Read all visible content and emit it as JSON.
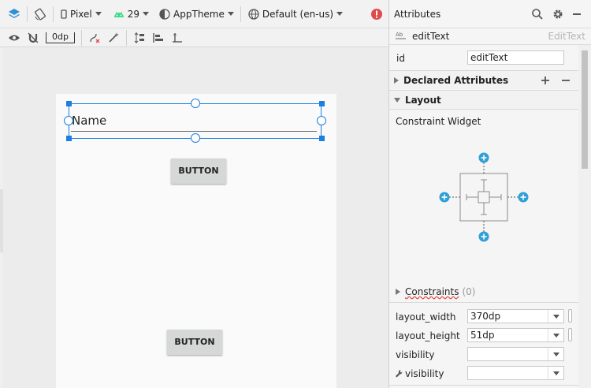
{
  "toolbar": {
    "device": "Pixel",
    "api": "29",
    "theme": "AppTheme",
    "locale": "Default (en-us)",
    "margin": "0dp"
  },
  "canvas": {
    "edit_text_value": "Name",
    "button1": "BUTTON",
    "button2": "BUTTON"
  },
  "attributes": {
    "title": "Attributes",
    "component_name": "editText",
    "component_type": "EditText",
    "id_label": "id",
    "id_value": "editText",
    "declared": "Declared Attributes",
    "layout": "Layout",
    "constraint_widget": "Constraint Widget",
    "constraints": "Constraints",
    "constraints_count": "(0)",
    "layout_width_label": "layout_width",
    "layout_width": "370dp",
    "layout_height_label": "layout_height",
    "layout_height": "51dp",
    "visibility_label": "visibility",
    "visibility_tools_label": "visibility",
    "visibility_value": "",
    "visibility_tools_value": ""
  },
  "colors": {
    "selection": "#1d7fe0",
    "error": "#e04a4a",
    "android_green": "#3ddc84",
    "plus_blue": "#2f9fd8"
  }
}
